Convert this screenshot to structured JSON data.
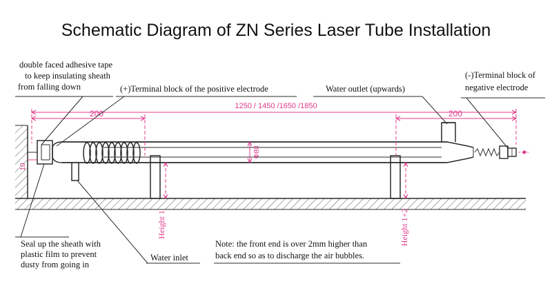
{
  "title": "Schematic Diagram of ZN Series Laser Tube Installation",
  "labels": {
    "adhesive": [
      "double faced adhesive tape",
      "to keep insulating sheath",
      "from falling down"
    ],
    "positive": "(+)Terminal block of the positive electrode",
    "water_outlet": "Water outlet (upwards)",
    "negative": [
      "(-)Terminal block of",
      "negative electrode"
    ],
    "seal": [
      "Seal up the sheath with",
      "plastic film to prevent",
      "dusty from going in"
    ],
    "water_inlet": "Water inlet",
    "note": [
      "Note: the front end is over 2mm higher than",
      "back end so as to discharge the air bubbles."
    ],
    "height1": "Height 1",
    "height2": "Height 1+2"
  },
  "dimensions": {
    "length": "1250 / 1450 /1650 /1850",
    "left_offset": "200",
    "right_offset": "200",
    "diameter": "Φ80",
    "end_gap": "10"
  },
  "colors": {
    "line": "#2a2a2a",
    "dimension": "#e0388a",
    "text": "#111111"
  }
}
